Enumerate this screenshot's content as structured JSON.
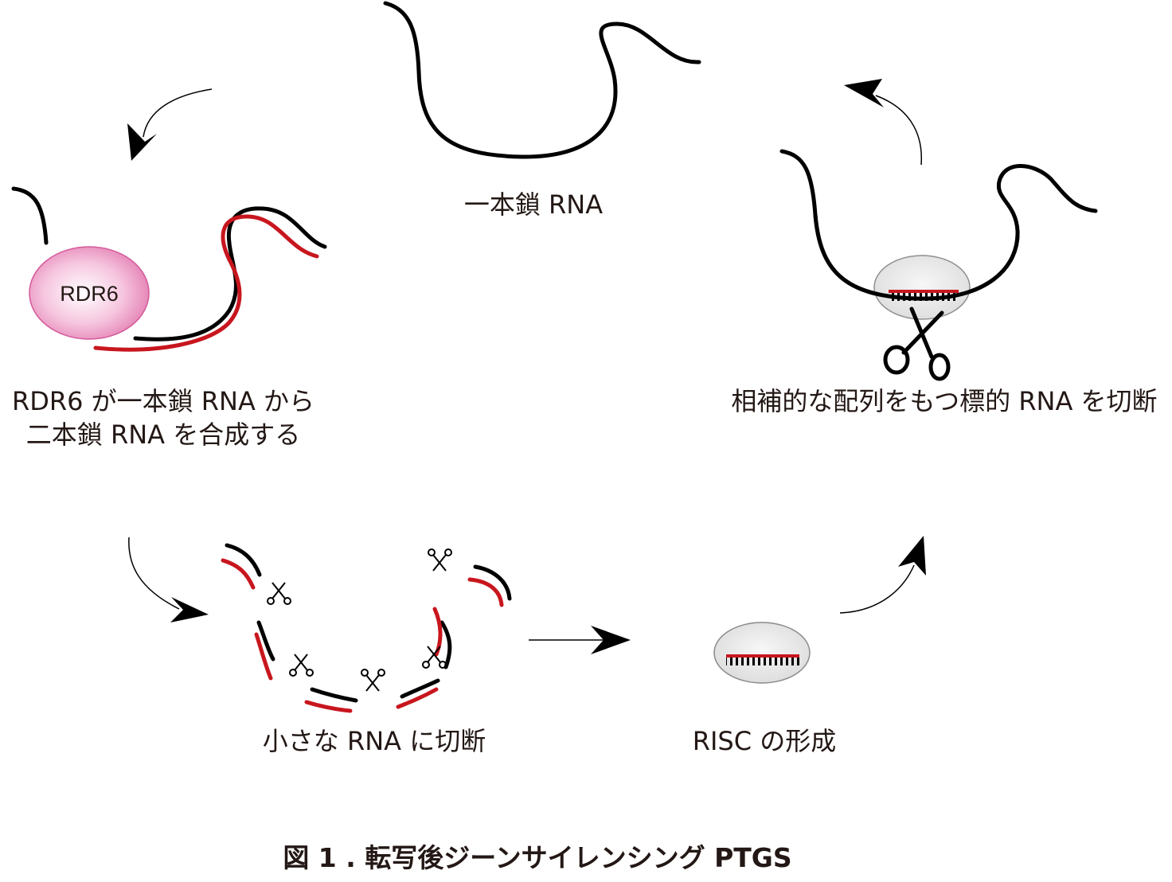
{
  "labels": {
    "single_strand": "一本鎖 RNA",
    "rdr6_line1": "RDR6 が一本鎖 RNA から",
    "rdr6_line2": "二本鎖 RNA を合成する",
    "cut_small": "小さな RNA に切断",
    "risc_formation": "RISC の形成",
    "target_cleavage": "相補的な配列をもつ標的 RNA を切断",
    "enzyme_name": "RDR6"
  },
  "figure_caption": "図 1 . 転写後ジーンサイレンシング PTGS",
  "colors": {
    "rna_strand": "#000000",
    "complementary_strand": "#c8161e",
    "rdr6_fill": "#f4a7cf",
    "risc_fill": "#e6e6e6",
    "text": "#231815"
  },
  "icons": [
    "scissors-icon",
    "arrow-icon"
  ]
}
